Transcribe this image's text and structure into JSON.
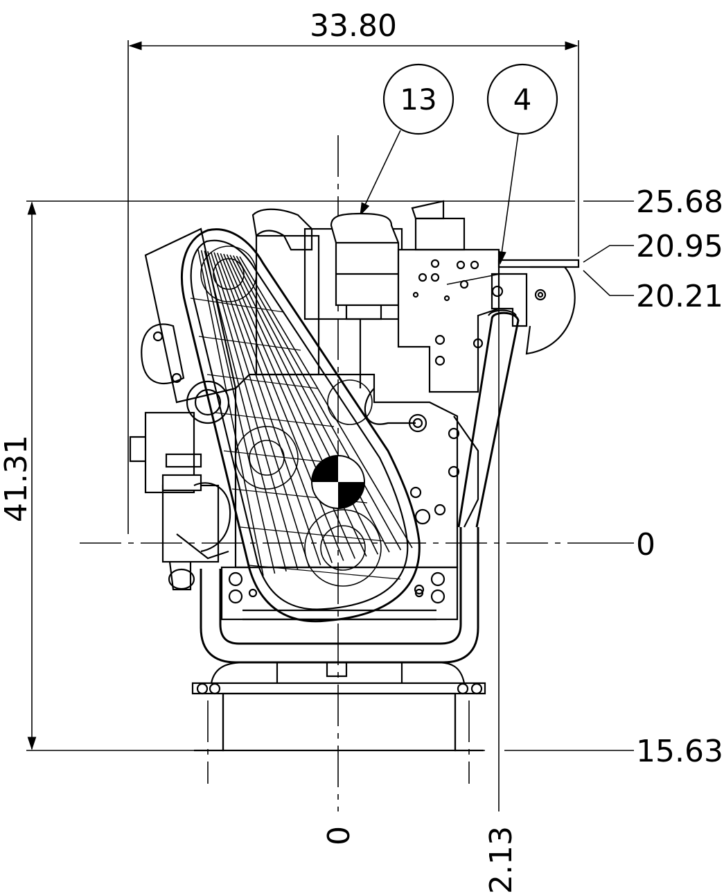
{
  "dimensions": {
    "overall_width": "33.80",
    "overall_height": "41.31",
    "top_height": "25.68",
    "exhaust_upper": "20.95",
    "exhaust_lower": "20.21",
    "horizontal_datum": "0",
    "bottom_height": "15.63",
    "vertical_datum": "0",
    "exhaust_offset": "2.13"
  },
  "balloons": {
    "item_13": "13",
    "item_4": "4"
  }
}
